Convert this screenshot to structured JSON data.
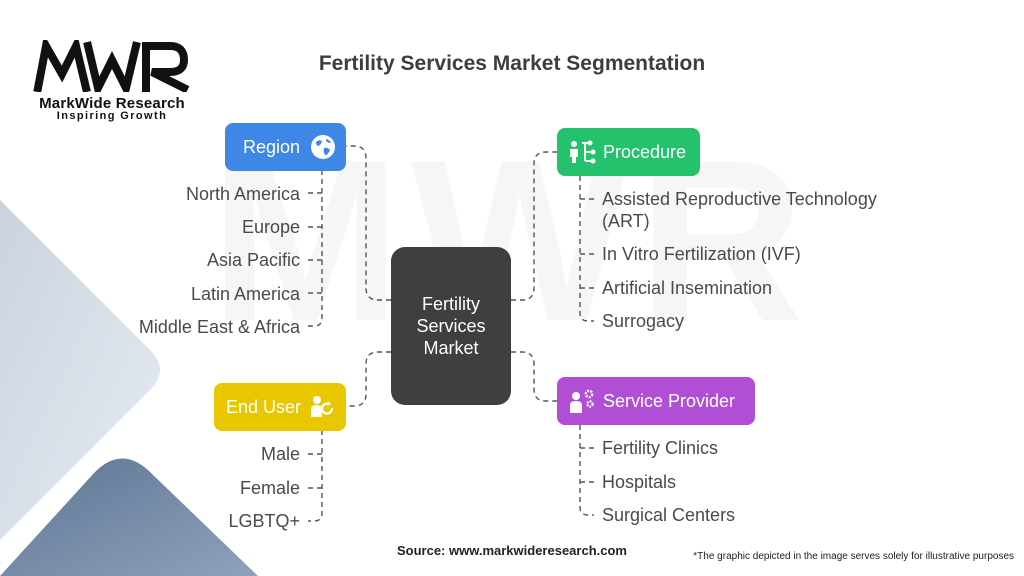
{
  "logo": {
    "mark": "MWR",
    "name": "MarkWide Research",
    "tagline": "Inspiring Growth"
  },
  "title": "Fertility Services Market Segmentation",
  "center": {
    "label": "Fertility Services Market"
  },
  "branches": {
    "region": {
      "label": "Region",
      "color": "#3f87e6",
      "icon": "globe-icon",
      "items": [
        "North America",
        "Europe",
        "Asia Pacific",
        "Latin America",
        "Middle East & Africa"
      ]
    },
    "procedure": {
      "label": "Procedure",
      "color": "#25c26e",
      "icon": "flowchart-person-icon",
      "items": [
        "Assisted Reproductive Technology (ART)",
        "In Vitro Fertilization (IVF)",
        "Artificial Insemination",
        "Surrogacy"
      ]
    },
    "end_user": {
      "label": "End User",
      "color": "#e8c600",
      "icon": "user-refresh-icon",
      "items": [
        "Male",
        "Female",
        "LGBTQ+"
      ]
    },
    "service_provider": {
      "label": "Service Provider",
      "color": "#b04fd6",
      "icon": "user-gears-icon",
      "items": [
        "Fertility Clinics",
        "Hospitals",
        "Surgical Centers"
      ]
    }
  },
  "footer": {
    "source": "Source: www.markwideresearch.com",
    "note": "*The graphic depicted in the image serves solely for illustrative purposes"
  }
}
